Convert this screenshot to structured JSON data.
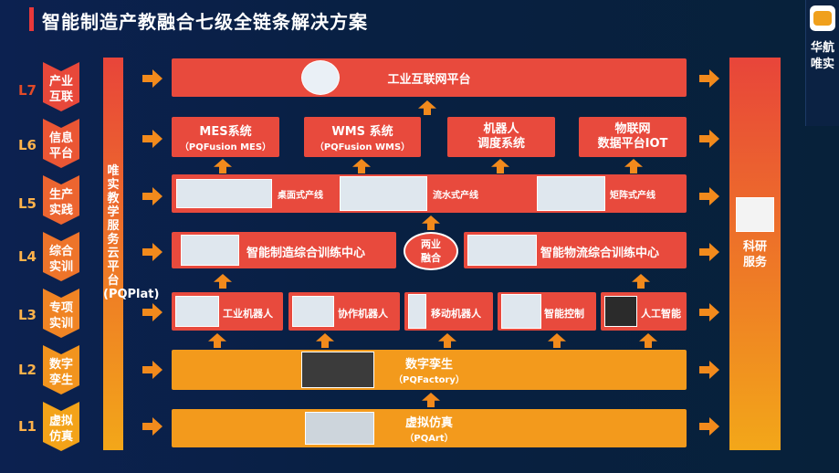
{
  "title": "智能制造产教融合七级全链条解决方案",
  "brand": {
    "name": "华航唯实"
  },
  "levels": [
    {
      "code": "L7",
      "name": "产业\n互联"
    },
    {
      "code": "L6",
      "name": "信息\n平台"
    },
    {
      "code": "L5",
      "name": "生产\n实践"
    },
    {
      "code": "L4",
      "name": "综合\n实训"
    },
    {
      "code": "L3",
      "name": "专项\n实训"
    },
    {
      "code": "L2",
      "name": "数字\n孪生"
    },
    {
      "code": "L1",
      "name": "虚拟\n仿真"
    }
  ],
  "left_platform": "唯实教学服务云平台(PQPlat)",
  "right_service": "科研\n服务",
  "l7": {
    "label": "工业互联网平台"
  },
  "l6": [
    {
      "label": "MES系统",
      "sub": "（PQFusion MES）"
    },
    {
      "label": "WMS 系统",
      "sub": "（PQFusion WMS）"
    },
    {
      "label": "机器人\n调度系统",
      "sub": ""
    },
    {
      "label": "物联网\n数据平台IOT",
      "sub": ""
    }
  ],
  "l5": [
    "桌面式产线",
    "流水式产线",
    "矩阵式产线"
  ],
  "l4": {
    "left": "智能制造综合训练中心",
    "center": "两业\n融合",
    "right": "智能物流综合训练中心"
  },
  "l3": [
    "工业机器人",
    "协作机器人",
    "移动机器人",
    "智能控制",
    "人工智能"
  ],
  "l2": {
    "label": "数字孪生",
    "sub": "（PQFactory）"
  },
  "l1": {
    "label": "虚拟仿真",
    "sub": "（PQArt）"
  },
  "colors": {
    "red": "#e84a3d",
    "orange": "#f39a1c",
    "accent": "#f28a1c",
    "bg": "#082042"
  }
}
